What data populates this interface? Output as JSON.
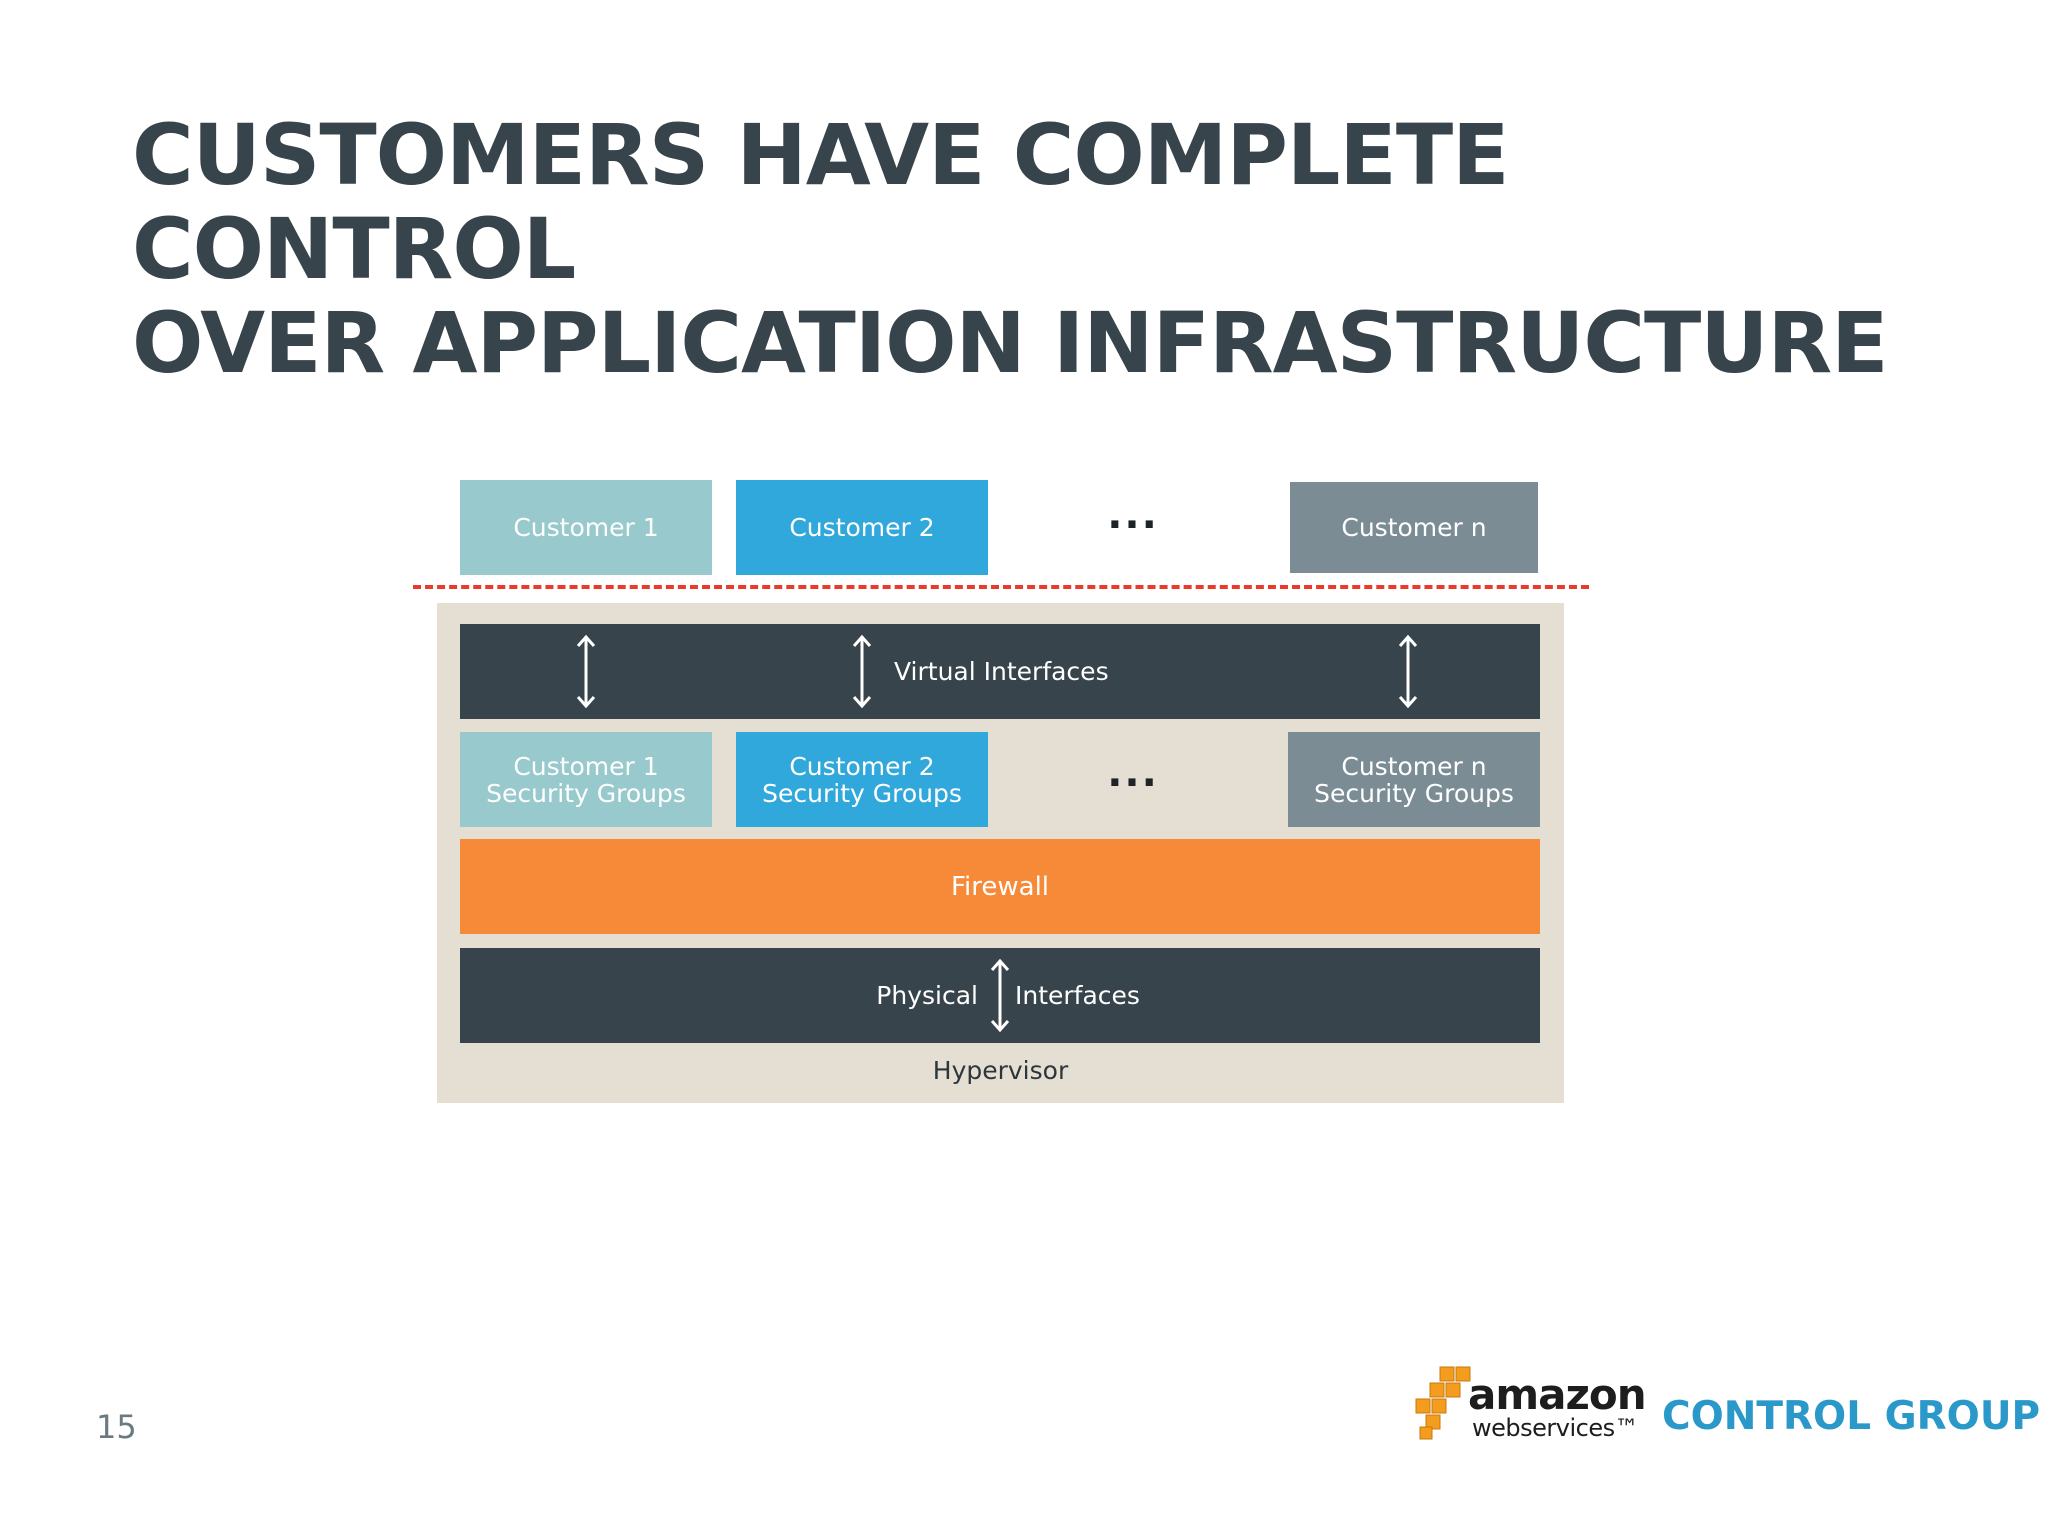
{
  "slide": {
    "title_line1": "CUSTOMERS HAVE COMPLETE CONTROL",
    "title_line2": "OVER APPLICATION INFRASTRUCTURE",
    "page_number": "15"
  },
  "diagram": {
    "customers": {
      "c1": "Customer 1",
      "c2": "Customer 2",
      "ellipsis": "...",
      "cn": "Customer n"
    },
    "virtual_interfaces": "Virtual Interfaces",
    "security_groups": {
      "c1_line1": "Customer 1",
      "c1_line2": "Security Groups",
      "c2_line1": "Customer 2",
      "c2_line2": "Security Groups",
      "ellipsis": "...",
      "cn_line1": "Customer n",
      "cn_line2": "Security Groups"
    },
    "firewall": "Firewall",
    "physical_left": "Physical",
    "physical_right": "Interfaces",
    "hypervisor": "Hypervisor",
    "colors": {
      "customer_1": "#98c9cd",
      "customer_2": "#31a8dc",
      "customer_n": "#7b8c95",
      "interface_band": "#37444b",
      "firewall": "#f68a39",
      "hypervisor": "#e5ded2",
      "boundary_line": "#e93a2b"
    }
  },
  "footer": {
    "aws_word": "amazon",
    "aws_sub": "webservices™",
    "brand": "CONTROL GROUP"
  }
}
